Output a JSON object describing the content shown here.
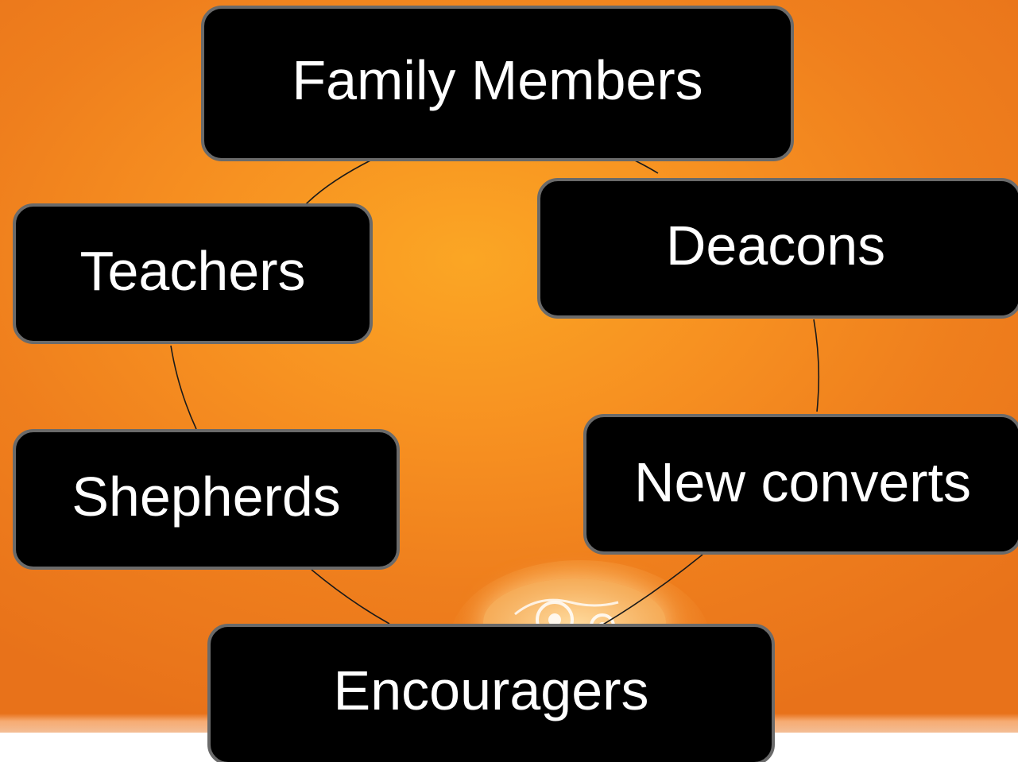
{
  "diagram": {
    "nodes": [
      {
        "id": "family",
        "label": "Family Members"
      },
      {
        "id": "deacons",
        "label": "Deacons"
      },
      {
        "id": "teachers",
        "label": "Teachers"
      },
      {
        "id": "converts",
        "label": "New converts"
      },
      {
        "id": "shepherds",
        "label": "Shepherds"
      },
      {
        "id": "encouragers",
        "label": "Encouragers"
      }
    ],
    "cycle_order": [
      "family",
      "deacons",
      "converts",
      "encouragers",
      "shepherds",
      "teachers"
    ]
  },
  "colors": {
    "background": "#f79121",
    "node_fill": "#000000",
    "node_border": "#6a6a6a",
    "node_text": "#ffffff",
    "connector": "#1a1a1a"
  }
}
